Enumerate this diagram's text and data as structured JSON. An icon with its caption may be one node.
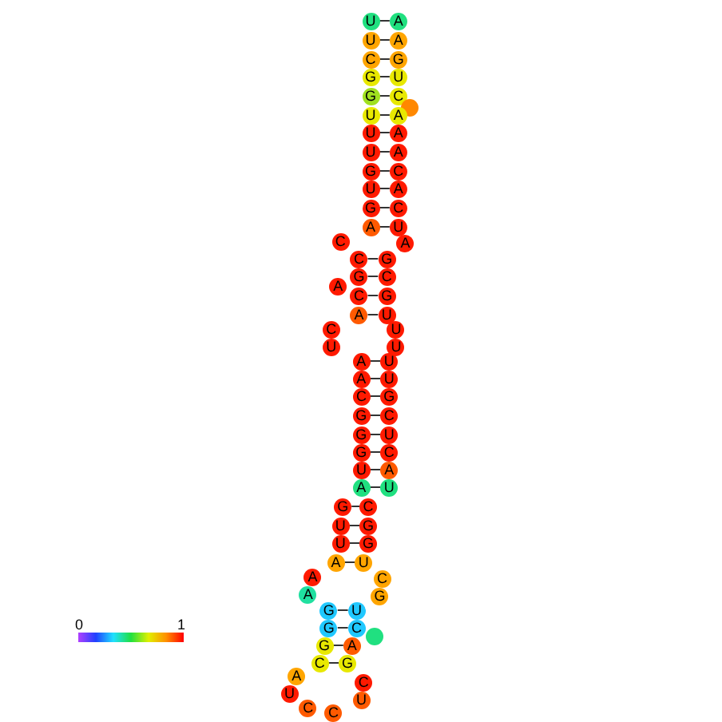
{
  "diagram": {
    "nodes": [
      {
        "text": [
          "U"
        ]
      },
      {
        "text": [
          "A"
        ]
      },
      {
        "text": [
          "U"
        ]
      },
      {
        "text": [
          "A"
        ]
      },
      {
        "text": [
          "C"
        ]
      },
      {
        "text": [
          "G"
        ]
      },
      {
        "text": [
          "G"
        ]
      },
      {
        "text": [
          "U"
        ]
      },
      {
        "text": [
          "G"
        ]
      },
      {
        "text": [
          "C"
        ]
      },
      {
        "text": [],
        "shape": "circle"
      },
      {
        "text": [
          "U"
        ]
      },
      {
        "text": [
          "A"
        ]
      },
      {
        "text": [
          "U"
        ]
      },
      {
        "text": [
          "A"
        ]
      },
      {
        "text": [
          "U"
        ]
      },
      {
        "text": [
          "A"
        ]
      },
      {
        "text": [
          "G"
        ]
      },
      {
        "text": [
          "C"
        ]
      },
      {
        "text": [
          "U"
        ]
      },
      {
        "text": [
          "A"
        ]
      },
      {
        "text": [
          "G"
        ]
      },
      {
        "text": [
          "C"
        ]
      },
      {
        "text": [
          "A"
        ]
      },
      {
        "text": [
          "U"
        ]
      },
      {
        "text": [
          "C"
        ]
      },
      {
        "text": [
          "A"
        ]
      },
      {
        "text": [
          "C"
        ]
      },
      {
        "text": [
          "G"
        ]
      },
      {
        "text": [
          "G"
        ]
      },
      {
        "text": [
          "C"
        ]
      },
      {
        "text": [
          "A"
        ]
      },
      {
        "text": [
          "C"
        ]
      },
      {
        "text": [
          "G"
        ]
      },
      {
        "text": [
          "A"
        ]
      },
      {
        "text": [
          "U"
        ]
      },
      {
        "text": [
          "C"
        ]
      },
      {
        "text": [
          "U"
        ]
      },
      {
        "text": [
          "U"
        ]
      },
      {
        "text": [
          "U"
        ]
      },
      {
        "text": [
          "A"
        ]
      },
      {
        "text": [
          "U"
        ]
      },
      {
        "text": [
          "A"
        ]
      },
      {
        "text": [
          "U"
        ]
      },
      {
        "text": [
          "C"
        ]
      },
      {
        "text": [
          "G"
        ]
      },
      {
        "text": [
          "G"
        ]
      },
      {
        "text": [
          "C"
        ]
      },
      {
        "text": [
          "G"
        ]
      },
      {
        "text": [
          "U"
        ]
      },
      {
        "text": [
          "G"
        ]
      },
      {
        "text": [
          "C"
        ]
      },
      {
        "text": [
          "U"
        ]
      },
      {
        "text": [
          "A"
        ]
      },
      {
        "text": [
          "A"
        ]
      },
      {
        "text": [
          "U"
        ]
      },
      {
        "text": [
          "G"
        ]
      },
      {
        "text": [
          "C"
        ]
      },
      {
        "text": [
          "U"
        ]
      },
      {
        "text": [
          "G"
        ]
      },
      {
        "text": [
          "U"
        ]
      },
      {
        "text": [
          "G"
        ]
      },
      {
        "text": [
          "A"
        ]
      },
      {
        "text": [
          "U"
        ]
      },
      {
        "text": [
          "A"
        ]
      },
      {
        "text": [
          "C"
        ]
      },
      {
        "text": [
          "A"
        ]
      },
      {
        "text": [
          "G"
        ]
      },
      {
        "text": [
          "G"
        ]
      },
      {
        "text": [
          "U"
        ]
      },
      {
        "text": [
          "G"
        ]
      },
      {
        "text": [
          "C"
        ]
      },
      {
        "text": [],
        "shape": "circle"
      },
      {
        "text": [
          "G"
        ]
      },
      {
        "text": [
          "A"
        ]
      },
      {
        "text": [
          "C"
        ]
      },
      {
        "text": [
          "G"
        ]
      },
      {
        "text": [
          "A"
        ]
      },
      {
        "text": [
          "C"
        ]
      },
      {
        "text": [
          "U"
        ]
      },
      {
        "text": [
          "U"
        ]
      },
      {
        "text": [
          "C"
        ]
      },
      {
        "text": [
          "C"
        ]
      }
    ],
    "edges": [
      {
        "from": 0,
        "to": 1,
        "arrow": "none"
      },
      {
        "from": 2,
        "to": 3,
        "arrow": "none"
      },
      {
        "from": 4,
        "to": 5,
        "arrow": "none"
      },
      {
        "from": 6,
        "to": 7,
        "arrow": "none"
      },
      {
        "from": 8,
        "to": 9,
        "arrow": "none"
      },
      {
        "from": 11,
        "to": 12,
        "arrow": "none"
      },
      {
        "from": 13,
        "to": 14,
        "arrow": "none"
      },
      {
        "from": 15,
        "to": 16,
        "arrow": "none"
      },
      {
        "from": 17,
        "to": 18,
        "arrow": "none"
      },
      {
        "from": 19,
        "to": 20,
        "arrow": "none"
      },
      {
        "from": 21,
        "to": 22,
        "arrow": "none"
      },
      {
        "from": 23,
        "to": 24,
        "arrow": "none"
      },
      {
        "from": 27,
        "to": 28,
        "arrow": "none"
      },
      {
        "from": 29,
        "to": 30,
        "arrow": "none"
      },
      {
        "from": 32,
        "to": 33,
        "arrow": "none"
      },
      {
        "from": 34,
        "to": 35,
        "arrow": "none"
      },
      {
        "from": 40,
        "to": 41,
        "arrow": "none"
      },
      {
        "from": 42,
        "to": 43,
        "arrow": "none"
      },
      {
        "from": 44,
        "to": 45,
        "arrow": "none"
      },
      {
        "from": 46,
        "to": 47,
        "arrow": "none"
      },
      {
        "from": 48,
        "to": 49,
        "arrow": "none"
      },
      {
        "from": 50,
        "to": 51,
        "arrow": "none"
      },
      {
        "from": 52,
        "to": 53,
        "arrow": "none"
      },
      {
        "from": 54,
        "to": 55,
        "arrow": "none"
      },
      {
        "from": 56,
        "to": 57,
        "arrow": "none"
      },
      {
        "from": 58,
        "to": 59,
        "arrow": "none"
      },
      {
        "from": 60,
        "to": 61,
        "arrow": "none"
      },
      {
        "from": 62,
        "to": 63,
        "arrow": "none"
      },
      {
        "from": 68,
        "to": 69,
        "arrow": "none"
      },
      {
        "from": 70,
        "to": 71,
        "arrow": "none"
      },
      {
        "from": 73,
        "to": 74,
        "arrow": "none"
      },
      {
        "from": 75,
        "to": 76,
        "arrow": "none"
      }
    ],
    "labels": [
      "0",
      "1"
    ]
  }
}
